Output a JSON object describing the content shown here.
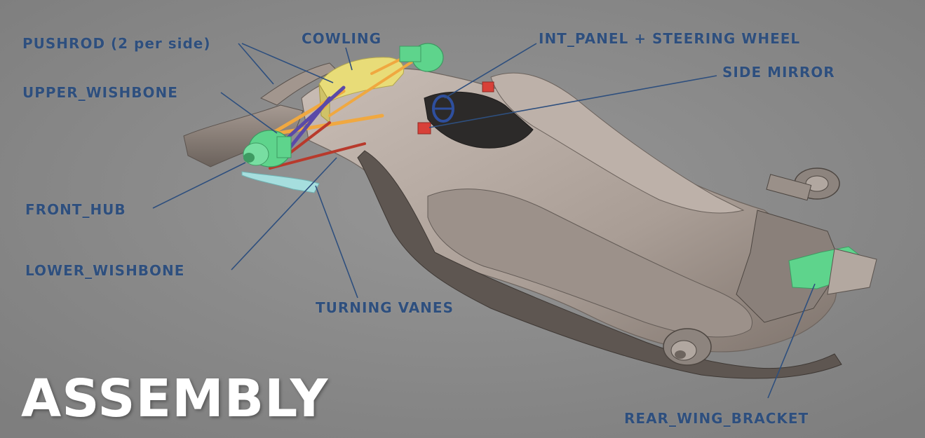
{
  "title": "ASSEMBLY",
  "labels": {
    "pushrod": "PUSHROD (2 per side)",
    "cowling": "COWLING",
    "int_panel": "INT_PANEL + STEERING WHEEL",
    "side_mirror": "SIDE MIRROR",
    "upper_wishbone": "UPPER_WISHBONE",
    "front_hub": "FRONT_HUB",
    "lower_wishbone": "LOWER_WISHBONE",
    "turning_vanes": "TURNING VANES",
    "rear_wing_bracket": "REAR_WING_BRACKET"
  },
  "colors": {
    "background": "#8c8c8c",
    "label_text": "#2e4f7e",
    "leader_line": "#2e4f7e",
    "body": "#b0a49c",
    "cowling": "#e8dc78",
    "hub_bracket": "#5ed48c",
    "pushrod": "#5a4aa8",
    "wishbone": "#f0a840",
    "lower_wishbone": "#b83a2c",
    "mirror": "#d84038",
    "title": "#ffffff"
  }
}
